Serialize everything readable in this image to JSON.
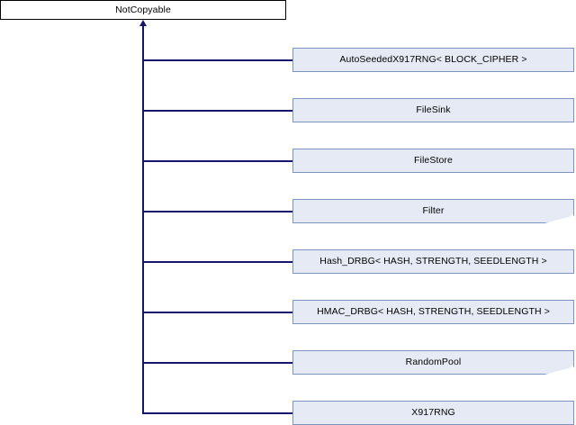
{
  "diagram": {
    "type": "inheritance-diagram",
    "base_class": {
      "label": "NotCopyable"
    },
    "derived_classes": [
      {
        "label": "AutoSeededX917RNG< BLOCK_CIPHER >",
        "has_hidden_children": false
      },
      {
        "label": "FileSink",
        "has_hidden_children": false
      },
      {
        "label": "FileStore",
        "has_hidden_children": false
      },
      {
        "label": "Filter",
        "has_hidden_children": true
      },
      {
        "label": "Hash_DRBG< HASH, STRENGTH, SEEDLENGTH >",
        "has_hidden_children": false
      },
      {
        "label": "HMAC_DRBG< HASH, STRENGTH, SEEDLENGTH >",
        "has_hidden_children": false
      },
      {
        "label": "RandomPool",
        "has_hidden_children": true
      },
      {
        "label": "X917RNG",
        "has_hidden_children": false
      }
    ],
    "colors": {
      "base_fill": "#ffffff",
      "base_border": "#000000",
      "derived_fill": "#e5eaf4",
      "derived_border": "#7d93c0",
      "connector": "#16166b",
      "background": "#ffffff"
    }
  }
}
